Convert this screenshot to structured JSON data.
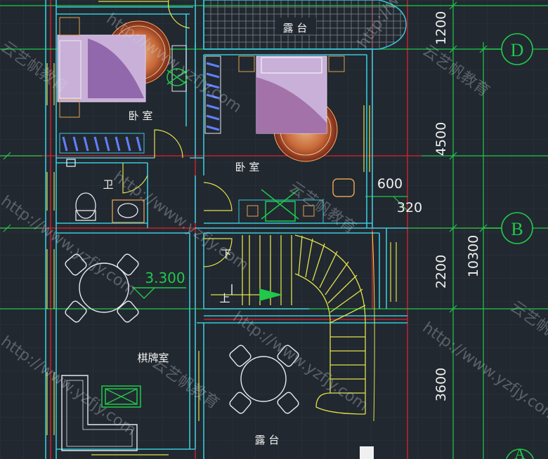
{
  "rooms": {
    "terrace_top": "露 台",
    "bedroom_left": "卧 室",
    "bedroom_main": "卧 室",
    "bathroom": "卫",
    "mahjong_room": "棋牌室",
    "terrace_bottom": "露 台"
  },
  "stairs": {
    "down": "下",
    "up": "上"
  },
  "elevation": "3.300",
  "dimensions": {
    "d1": "1200",
    "d2": "4500",
    "d3": "2200",
    "d4": "3600",
    "total": "10300",
    "small_600": "600",
    "small_320": "320"
  },
  "axis_labels": {
    "d": "D",
    "b": "B",
    "a": "A"
  },
  "watermarks": {
    "brand": "云艺帆教育",
    "url": "http://www.yzfjy.com"
  },
  "colors": {
    "background": "#212830",
    "wall": "#38c8d8",
    "axis": "#e0202a",
    "dimension": "#21c84a",
    "furniture": "#e8e8ee",
    "stair": "#e2e24a",
    "text": "#f2f2f2"
  }
}
